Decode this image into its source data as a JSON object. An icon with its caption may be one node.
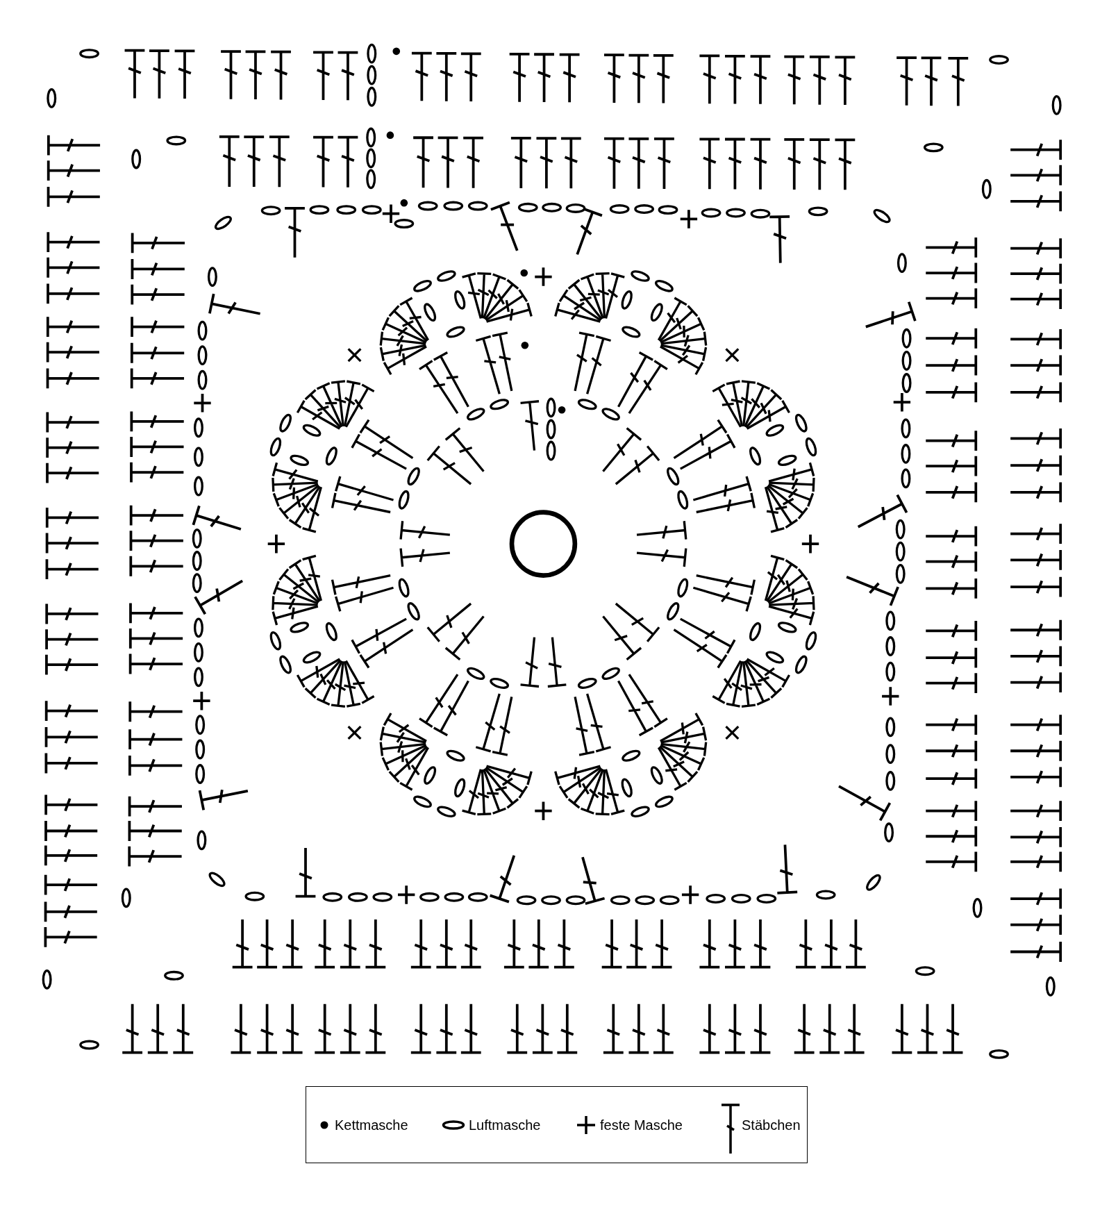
{
  "diagram": {
    "legend": [
      {
        "text": "Kettmasche"
      },
      {
        "text": "Luftmasche"
      },
      {
        "text": "feste Masche"
      },
      {
        "text": "Stäbchen"
      }
    ]
  }
}
